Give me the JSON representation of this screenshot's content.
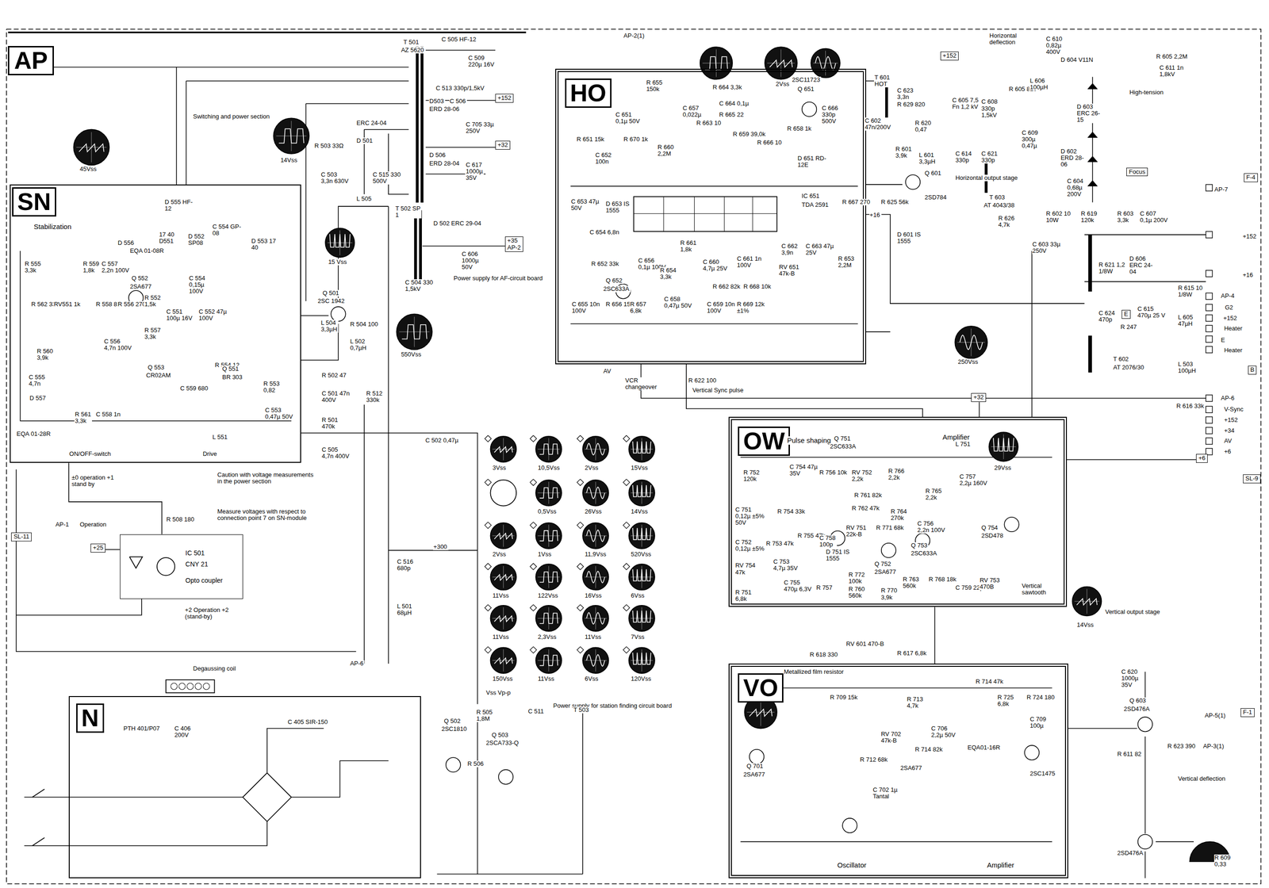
{
  "diagram": {
    "nodes": [
      {
        "text": [
          "AP"
        ]
      },
      {
        "text": [
          "SN",
          "Stabilization"
        ]
      },
      {
        "text": [
          "HO"
        ]
      },
      {
        "text": [
          "OW",
          "Pulse shaping",
          "Amplifier"
        ]
      },
      {
        "text": [
          "VO",
          "Oscillator",
          "Amplifier"
        ]
      },
      {
        "text": [
          "N"
        ]
      },
      {
        "text": [
          "IC 501",
          "CNY 21",
          "Opto coupler"
        ]
      },
      {
        "text": [
          "+25"
        ]
      },
      {
        "text": [
          "+152"
        ]
      },
      {
        "text": [
          "+32"
        ]
      },
      {
        "text": [
          "+35",
          "AP-2"
        ]
      },
      {
        "text": [
          "+152"
        ]
      },
      {
        "text": [
          "+32"
        ]
      },
      {
        "text": [
          "E"
        ]
      },
      {
        "text": [
          "Focus"
        ]
      },
      {
        "text": [
          "F-4"
        ]
      },
      {
        "text": [
          "B"
        ]
      },
      {
        "text": [
          "SL-9"
        ]
      },
      {
        "text": [
          "SL-11"
        ]
      },
      {
        "text": [
          "F-1"
        ]
      },
      {
        "text": [
          "+6"
        ]
      }
    ],
    "edges": [
      {
        "from": 2,
        "to": 3,
        "arrow": "none",
        "label": "Vertical Sync pulse"
      },
      {
        "from": 3,
        "to": 4,
        "arrow": "none"
      },
      {
        "from": 12,
        "to": 3,
        "arrow": "none"
      },
      {
        "from": 6,
        "to": 7,
        "arrow": "none"
      },
      {
        "from": 1,
        "to": 6,
        "arrow": "none"
      },
      {
        "from": 3,
        "to": 20,
        "arrow": "none"
      }
    ],
    "labels": [
      "Switching and power section",
      "45Vss",
      "14Vss",
      "T 501",
      "AZ 5620",
      "C 505 HF-12",
      "C 509 220µ 16V",
      "C 513 330p/1,5kV",
      "D503",
      "C 506",
      "ERD 28-06",
      "C 705 33µ 250V",
      "D 506",
      "ERD 28-04",
      "C 617 1000µ 35V",
      "T 502 SP 1",
      "D 502 ERC 29-04",
      "C 606 1000µ 50V",
      "Power supply for AF-circuit board",
      "ERC 24-04",
      "R 503 33Ω",
      "D 501",
      "C 503 3,3n 630V",
      "C 515 330 500V",
      "L 505",
      "15 Vss",
      "Q 501",
      "2SC 1942",
      "L 504 3,3µH",
      "R 504 100",
      "L 502 0,7µH",
      "C 504 330 1,5kV",
      "550Vss",
      "R 502 47",
      "C 501 47n 400V",
      "R 512 330k",
      "R 501 470k",
      "C 505 4,7n 400V",
      "C 502 0,47µ",
      "D 555 HF-12",
      "D 556",
      "R 555 3,3k",
      "R 559 1,8k",
      "C 557 2,2n 100V",
      "Q 552",
      "2SA677",
      "EQA 01-08R",
      "D 552 SP08",
      "C 554 GP-08",
      "D 553 17 40",
      "17 40 D551",
      "C 554 0,15µ 100V",
      "R 562 330",
      "RV551 1k",
      "R 558 82k",
      "R 556 270",
      "R 552 1,5k",
      "C 551 100µ 16V",
      "R 557 3,3k",
      "C 556 4,7n 100V",
      "C 552 47µ 100V",
      "R 554 12",
      "R 560 3,9k",
      "C 555 4,7n",
      "Q 553",
      "CR02AM",
      "C 559 680",
      "Q 551",
      "BR 303",
      "R 553 0,82",
      "C 553 0,47µ 50V",
      "L 551",
      "R 561 3,3k",
      "C 558 1n",
      "D 557",
      "EQA 01-28R",
      "ON/OFF-switch",
      "Drive",
      "Caution with voltage measurements in the power section",
      "Measure voltages with respect to connection point 7 on SN-module",
      "±0 operation +1 stand by",
      "AP-1",
      "Operation",
      "R 508 180",
      "+2 Operation +2 (stand-by)",
      "AP-6",
      "Degaussing coil",
      "C 516 680p",
      "L 501 68µH",
      "+300",
      "Power supply for station finding circuit board",
      "R 505 1,8M",
      "Q 502",
      "2SC1810",
      "Q 503",
      "2SCA733-Q",
      "R 506",
      "T 503",
      "C 511",
      "PTH 401/P07",
      "C 406 200V",
      "C 405 SIR-150",
      "Vss Vp-p",
      "R 655 150k",
      "R 664 3,3k",
      "2SC11723",
      "Q 651",
      "C 657 0,022µ",
      "C 664 0,1µ",
      "R 665 22",
      "R 663 10",
      "R 659 39,0k",
      "R 666 10",
      "R 658 1k",
      "C 666 330p 500V",
      "D 651 RD-12E",
      "R 651 15k",
      "C 651 0,1µ 50V",
      "C 652 100n",
      "R 670 1k",
      "R 660 2,2M",
      "C 653 47µ 50V",
      "D 653 IS 1555",
      "C 654 6,8n",
      "R 652 33k",
      "C 656 0,1µ 100V",
      "Q 652",
      "2SC633A",
      "C 655 10n 100V",
      "R 656 15k",
      "R 657 6,8k",
      "R 661 1,8k",
      "R 654 3,3k",
      "C 658 0,47µ 50V",
      "C 660 4,7µ 25V",
      "R 662 82k",
      "C 659 10n 100V",
      "C 661 1n 100V",
      "R 668 10k",
      "R 669 12k ±1%",
      "C 662 3,9n",
      "C 663 47µ 25V",
      "R 653 2,2M",
      "RV 651 47k-B",
      "R 667 270",
      "IC 651",
      "TDA 2591",
      "AV",
      "VCR changeover",
      "R 622 100",
      "D 601 IS 1555",
      "R 625 56k",
      "+16",
      "T 601 HOT",
      "C 623 3,3n",
      "R 629 820",
      "C 602 47n/200V",
      "R 620 0,47",
      "R 601 3,9k",
      "L 601 3,3µH",
      "Q 601",
      "2SD784",
      "Horizontal output stage",
      "C 605 7,5 Fn 1,2 kV",
      "C 608 330p 1,5kV",
      "C 614 330p",
      "C 621 330p",
      "R 605 820",
      "L 606 100µH",
      "C 609 300µ 0,47µ",
      "T 603",
      "AT 4043/38",
      "D 603 ERC 26-15",
      "D 602 ERD 28-06",
      "R 626 4,7k",
      "C 604 0,68µ 200V",
      "R 602 10 10W",
      "C 603 33µ 250V",
      "High-tension",
      "D 604 V11N",
      "R 605 2,2M",
      "C 611 1n 1,8kV",
      "C 610 0,82µ 400V",
      "Horizontal deflection",
      "R 619 120k",
      "R 603 3,3k",
      "C 607 0,1µ 200V",
      "R 621 1,2 1/8W",
      "D 606 ERC 24-04",
      "R 615 10 1/8W",
      "C 624 470p",
      "C 615 470µ 25 V",
      "L 605 47µH",
      "R 247",
      "T 602",
      "AT 2076/30",
      "L 503 100µH",
      "R 616 33k",
      "250Vss",
      "AP-7",
      "+152",
      "+16",
      "AP-4",
      "G2",
      "+152",
      "Heater",
      "E",
      "Heater",
      "AP-6",
      "V-Sync",
      "+152",
      "+34",
      "AV",
      "+6",
      "Q 751",
      "2SC633A",
      "R 752 120k",
      "C 754 47µ 35V",
      "R 756 10k",
      "RV 752 2,2k",
      "R 766 2,2k",
      "R 765 2,2k",
      "C 757 2,2µ 160V",
      "L 751",
      "R 761 82k",
      "R 762 47k",
      "R 764 270k",
      "C 756 2,2n 100V",
      "Q 754",
      "2SD478",
      "R 754 33k",
      "C 751 0,12µ ±5% 50V",
      "C 752 0,12µ ±5%",
      "R 753 47k",
      "R 755 47k",
      "C 758 100p",
      "RV 751 22k-B",
      "R 771 68k",
      "D 751 IS 1555",
      "Q 752",
      "2SA677",
      "Q 753",
      "2SC633A",
      "RV 754 47k",
      "C 753 4,7µ 35V",
      "C 755 470µ 6,3V",
      "R 757",
      "R 751 6,8k",
      "R 772 100k",
      "R 760 560k",
      "R 770 3,9k",
      "R 763 560k",
      "R 768 18k",
      "C 759 22µ",
      "RV 753 470B",
      "Vertical sawtooth",
      "29Vss",
      "Vertical output stage",
      "14Vss",
      "R 618 330",
      "RV 601 470-B",
      "R 617 6,8k",
      "Metallized film resistor",
      "Q 701",
      "2SA677",
      "R 709 15k",
      "R 713 4,7k",
      "R 714 47k",
      "R 725 6,8k",
      "R 724 180",
      "C 706 2,2µ 50V",
      "EQA01-16R",
      "C 709 100µ",
      "2SA677",
      "2SC1475",
      "RV 702 47k-B",
      "R 712 68k",
      "R 714 82k",
      "C 702 1µ Tantal",
      "Q 603",
      "2SD476A",
      "C 620 1000µ 35V",
      "R 623 390",
      "R 611 82",
      "AP-5(1)",
      "AP-3(1)",
      "Vertical deflection",
      "2SD476A",
      "R 609 0,33",
      "2Vss",
      "AP-2(1)",
      "3Vss",
      "10,5Vss",
      "2Vss",
      "15Vss",
      "0,5Vss",
      "26Vss",
      "14Vss",
      "2Vss",
      "1Vss",
      "11,9Vss",
      "520Vss",
      "11Vss",
      "122Vss",
      "16Vss",
      "6Vss",
      "11Vss",
      "2,3Vss",
      "11Vss",
      "7Vss",
      "150Vss",
      "11Vss",
      "6Vss",
      "120Vss"
    ]
  }
}
